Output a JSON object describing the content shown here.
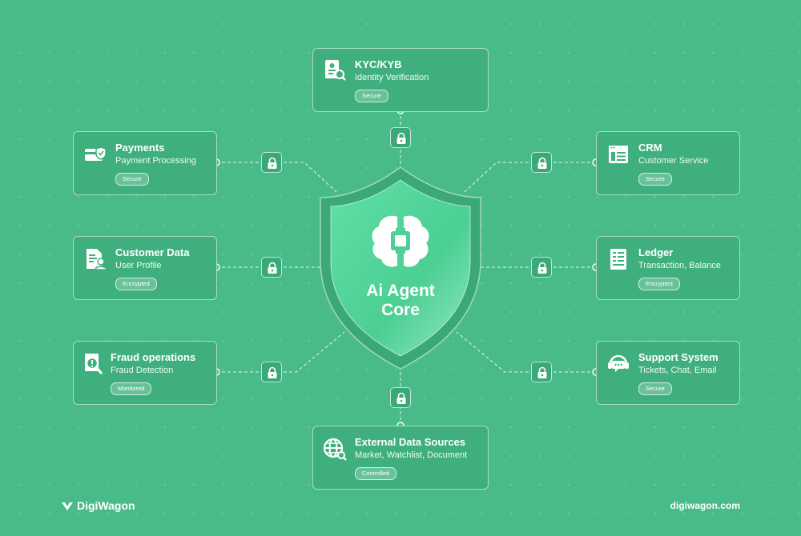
{
  "core": {
    "line1": "Ai Agent",
    "line2": "Core"
  },
  "cards": {
    "kyc": {
      "title": "KYC/KYB",
      "subtitle": "Identity Verification",
      "badge": "Secure",
      "icon": "id-search-icon"
    },
    "payments": {
      "title": "Payments",
      "subtitle": "Payment Processing",
      "badge": "Secure",
      "icon": "card-shield-icon"
    },
    "crm": {
      "title": "CRM",
      "subtitle": "Customer Service",
      "badge": "Secure",
      "icon": "crm-window-icon"
    },
    "customer_data": {
      "title": "Customer Data",
      "subtitle": "User Profile",
      "badge": "Encrypted",
      "icon": "user-document-icon"
    },
    "ledger": {
      "title": "Ledger",
      "subtitle": "Transaction, Balance",
      "badge": "Encrypted",
      "icon": "ledger-icon"
    },
    "fraud": {
      "title": "Fraud operations",
      "subtitle": "Fraud Detection",
      "badge": "Monitored",
      "icon": "fraud-search-icon"
    },
    "support": {
      "title": "Support System",
      "subtitle": "Tickets, Chat, Email",
      "badge": "Secure",
      "icon": "support-chat-icon"
    },
    "external": {
      "title": "External Data Sources",
      "subtitle": "Market, Watchlist, Document",
      "badge": "Controlled",
      "icon": "globe-icon"
    }
  },
  "footer": {
    "brand": "DigiWagon",
    "website": "digiwagon.com"
  },
  "colors": {
    "background": "#48bb88",
    "card": "#3fb07d",
    "shield": "#4fcf95"
  }
}
